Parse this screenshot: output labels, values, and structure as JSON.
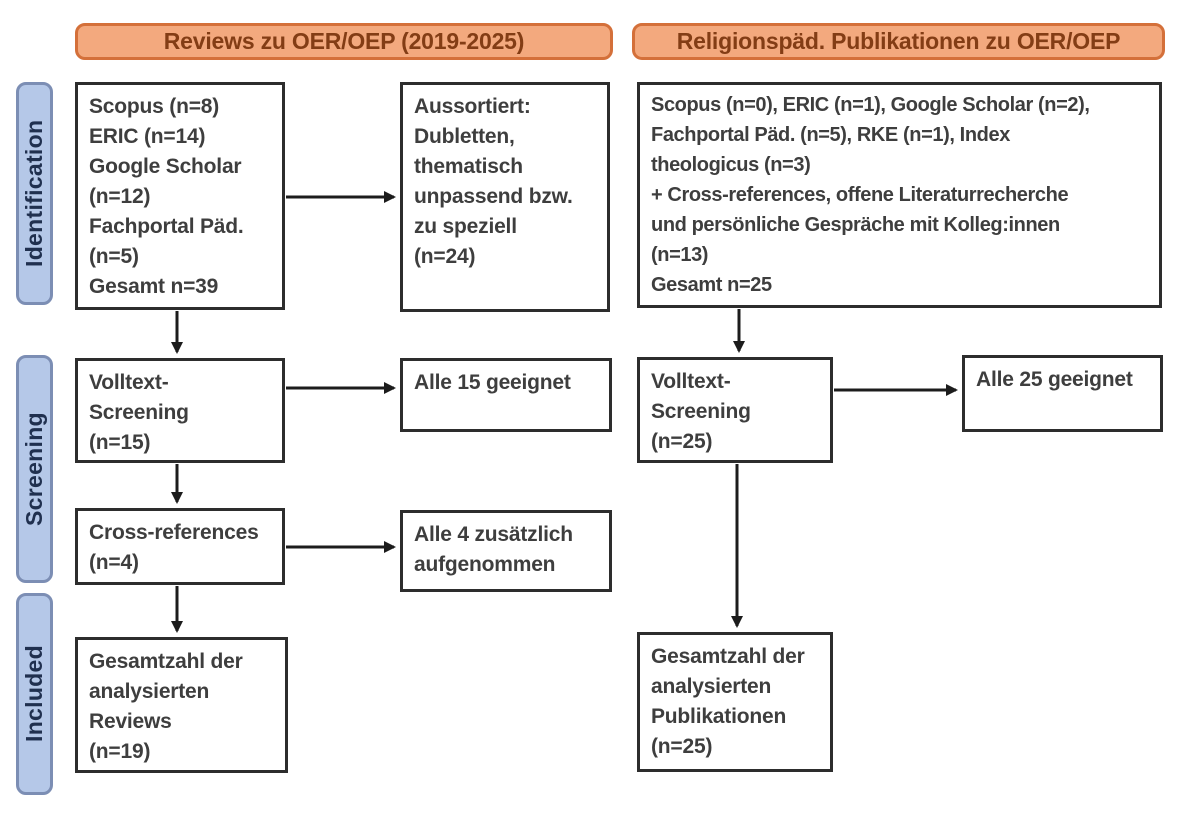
{
  "diagram_title": "PRISMA-style literature flow diagram",
  "palette": {
    "header_fill": "#F3A97E",
    "header_border": "#D4703A",
    "header_text": "#833D15",
    "stage_fill": "#B5C8E8",
    "stage_border": "#7C8EB4",
    "stage_text": "#20304F",
    "box_border": "#2D2D2D",
    "box_text": "#3E3E3E",
    "arrow": "#1C1C1C",
    "background": "#FFFFFF"
  },
  "headers": {
    "left": {
      "label": "Reviews zu OER/OEP (2019-2025)"
    },
    "right": {
      "label": "Religionspäd. Publikationen zu OER/OEP"
    }
  },
  "stages": [
    {
      "label": "Identification"
    },
    {
      "label": "Screening"
    },
    {
      "label": "Included"
    }
  ],
  "boxes": {
    "left_sources": {
      "text": "Scopus (n=8)\nERIC (n=14)\nGoogle Scholar\n(n=12)\nFachportal Päd.\n(n=5)\nGesamt n=39"
    },
    "left_excluded": {
      "text": "Aussortiert:\nDubletten,\nthematisch\nunpassend bzw.\nzu speziell\n(n=24)"
    },
    "left_fulltext": {
      "text": "Volltext-\nScreening\n(n=15)"
    },
    "left_eligible": {
      "text": "Alle 15 geeignet"
    },
    "left_crossref": {
      "text": "Cross-references\n(n=4)"
    },
    "left_added": {
      "text": "Alle 4 zusätzlich\naufgenommen"
    },
    "left_total": {
      "text": "Gesamtzahl der\nanalysierten\nReviews\n(n=19)"
    },
    "right_sources": {
      "text": "Scopus (n=0), ERIC (n=1), Google Scholar (n=2),\nFachportal Päd. (n=5), RKE (n=1), Index\ntheologicus (n=3)\n+ Cross-references, offene Literaturrecherche\nund persönliche Gespräche mit Kolleg:innen\n(n=13)\nGesamt n=25"
    },
    "right_fulltext": {
      "text": "Volltext-\nScreening\n(n=25)"
    },
    "right_eligible": {
      "text": "Alle 25 geeignet"
    },
    "right_total": {
      "text": "Gesamtzahl der\nanalysierten\nPublikationen\n(n=25)"
    }
  }
}
